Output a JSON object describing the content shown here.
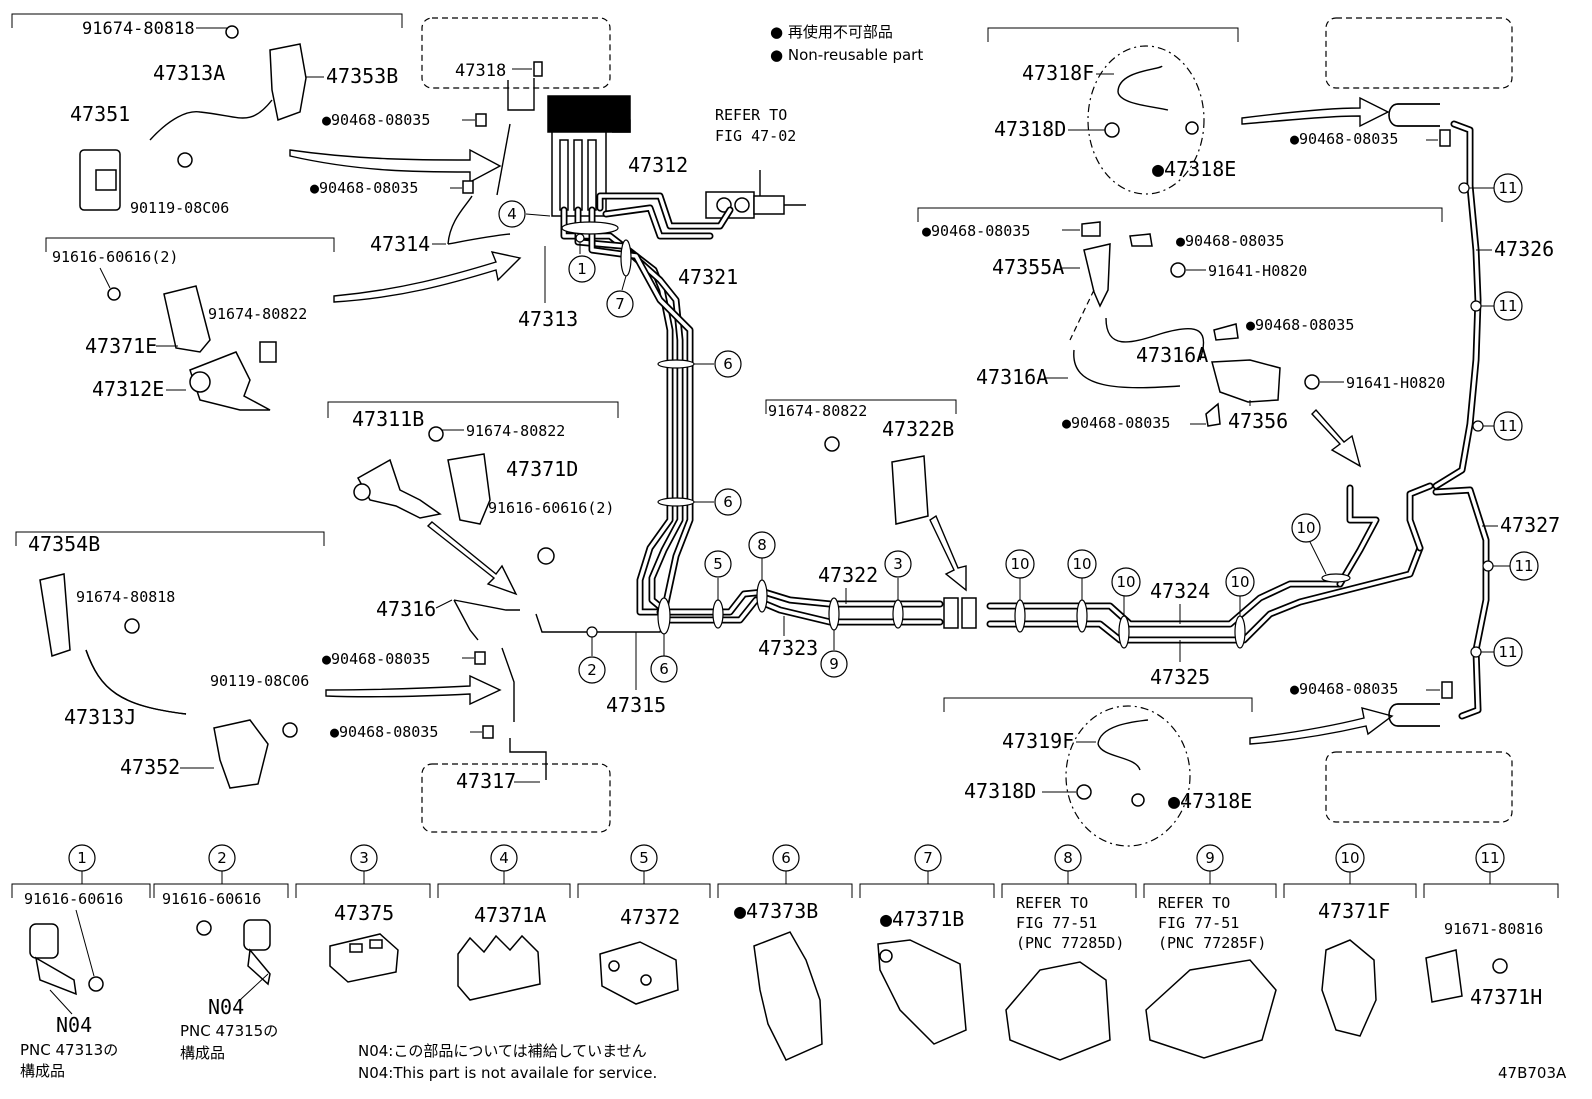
{
  "legend": {
    "line1": "● 再使用不可部品",
    "line2": "● Non-reusable part"
  },
  "refer_top": {
    "line1": "REFER TO",
    "line2": "FIG 47-02"
  },
  "labels": {
    "p91674_80818_a": "91674-80818",
    "p47313A": "47313A",
    "p47353B": "47353B",
    "p47351": "47351",
    "p90119_08C06_a": "90119-08C06",
    "p47318": "47318",
    "p90468_a": "●90468-08035",
    "p90468_b": "●90468-08035",
    "p47312": "47312",
    "p47314": "47314",
    "p47313": "47313",
    "p47321": "47321",
    "p91616_60616_2a": "91616-60616(2)",
    "p91674_80822_a": "91674-80822",
    "p47371E": "47371E",
    "p47312E": "47312E",
    "p47311B": "47311B",
    "p91674_80822_b": "91674-80822",
    "p47371D": "47371D",
    "p91616_60616_2b": "91616-60616(2)",
    "p47354B": "47354B",
    "p91674_80818_b": "91674-80818",
    "p47313J": "47313J",
    "p90119_08C06_b": "90119-08C06",
    "p47352": "47352",
    "p47316": "47316",
    "p90468_c": "●90468-08035",
    "p90468_d": "●90468-08035",
    "p47317": "47317",
    "p47315": "47315",
    "p47323": "47323",
    "p47322": "47322",
    "p91674_80822_c": "91674-80822",
    "p47322B": "47322B",
    "p47324": "47324",
    "p47325": "47325",
    "p47318F": "47318F",
    "p47318D_a": "47318D",
    "p47318E_a": "●47318E",
    "p90468_e": "●90468-08035",
    "p47326": "47326",
    "p90468_f": "●90468-08035",
    "p90468_g": "●90468-08035",
    "p47355A": "47355A",
    "p91641_H0820_a": "91641-H0820",
    "p90468_h": "●90468-08035",
    "p47316A_a": "47316A",
    "p47316A_b": "47316A",
    "p91641_H0820_b": "91641-H0820",
    "p90468_i": "●90468-08035",
    "p47356": "47356",
    "p47327": "47327",
    "p90468_j": "●90468-08035",
    "p47319F": "47319F",
    "p47318D_b": "47318D",
    "p47318E_b": "●47318E"
  },
  "bottom": {
    "c1": {
      "num": "1",
      "part": "91616-60616",
      "sub1": "N04",
      "sub2": "PNC 47313の",
      "sub3": "構成品"
    },
    "c2": {
      "num": "2",
      "part": "91616-60616",
      "sub1": "N04",
      "sub2": "PNC 47315の",
      "sub3": "構成品"
    },
    "c3": {
      "num": "3",
      "part": "47375"
    },
    "c4": {
      "num": "4",
      "part": "47371A"
    },
    "c5": {
      "num": "5",
      "part": "47372"
    },
    "c6": {
      "num": "6",
      "part": "●47373B"
    },
    "c7": {
      "num": "7",
      "part": "●47371B"
    },
    "c8": {
      "num": "8",
      "ref1": "REFER TO",
      "ref2": "FIG 77-51",
      "ref3": "(PNC 77285D)"
    },
    "c9": {
      "num": "9",
      "ref1": "REFER TO",
      "ref2": "FIG 77-51",
      "ref3": "(PNC 77285F)"
    },
    "c10": {
      "num": "10",
      "part": "47371F"
    },
    "c11": {
      "num": "11",
      "part": "91671-80816",
      "part2": "47371H"
    }
  },
  "footnote": {
    "line1": "N04:この部品については補給していません",
    "line2": "N04:This part is not availale for service."
  },
  "code": "47B703A",
  "callouts": {
    "n1": "1",
    "n2": "2",
    "n3": "3",
    "n4": "4",
    "n5": "5",
    "n6": "6",
    "n7": "7",
    "n8": "8",
    "n9": "9",
    "n10": "10",
    "n11": "11"
  }
}
